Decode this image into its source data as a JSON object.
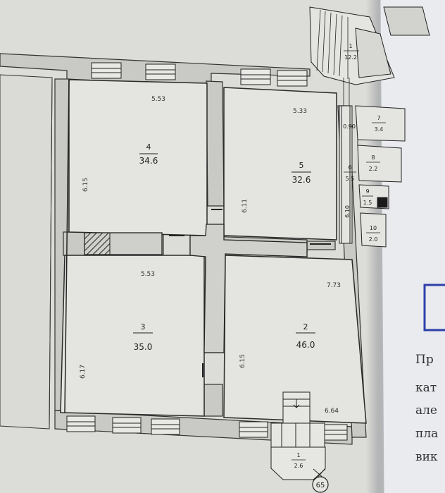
{
  "rooms": [
    {
      "id": "room-1-top",
      "number": "1",
      "area": "12.2"
    },
    {
      "id": "room-2",
      "number": "2",
      "area": "46.0"
    },
    {
      "id": "room-3",
      "number": "3",
      "area": "35.0"
    },
    {
      "id": "room-4",
      "number": "4",
      "area": "34.6"
    },
    {
      "id": "room-5",
      "number": "5",
      "area": "32.6"
    },
    {
      "id": "room-6",
      "number": "6",
      "area": "5.5"
    },
    {
      "id": "room-7",
      "number": "7",
      "area": "3.4"
    },
    {
      "id": "room-8",
      "number": "8",
      "area": "2.2"
    },
    {
      "id": "room-9",
      "number": "9",
      "area": "1.5"
    },
    {
      "id": "room-10",
      "number": "10",
      "area": "2.0"
    },
    {
      "id": "room-1-entry",
      "number": "1",
      "area": "2.6"
    }
  ],
  "dimensions": {
    "room4_width": "5.53",
    "room4_height": "6.15",
    "room5_width": "5.33",
    "room5_height": "6.11",
    "room3_width": "5.53",
    "room3_height": "6.17",
    "room2_width": "7.73",
    "room2_height": "6.15",
    "room2_bottom": "6.64",
    "corridor_top": "0.90",
    "corridor_height": "6.10"
  },
  "marker": "65",
  "side_text": [
    "Пр",
    "кат",
    "але",
    "пла",
    "вик"
  ]
}
